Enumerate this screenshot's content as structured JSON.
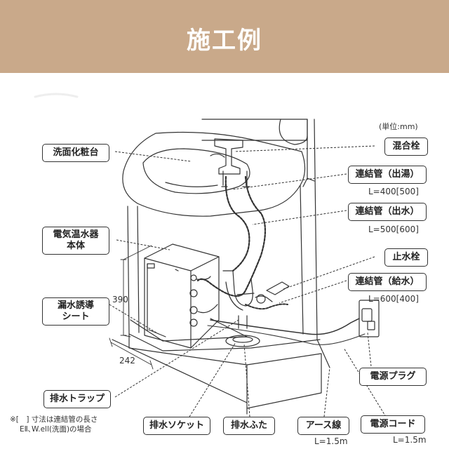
{
  "title": "施工例",
  "unit_note": "(単位:mm)",
  "labels": {
    "basin": "洗面化粧台",
    "mixer": "混合栓",
    "hot_pipe": "連結管（出湯）",
    "hot_pipe_len": "L=400[500]",
    "out_pipe": "連結管（出水）",
    "out_pipe_len": "L=500[600]",
    "heater_line1": "電気温水器",
    "heater_line2": "本体",
    "stop_valve": "止水栓",
    "supply_pipe": "連結管（給水）",
    "supply_pipe_len": "L=600[400]",
    "leak_line1": "漏水誘導",
    "leak_line2": "シート",
    "plug": "電源プラグ",
    "trap": "排水トラップ",
    "socket": "排水ソケット",
    "drain_cap": "排水ふた",
    "earth": "アース線",
    "earth_len": "L=1.5m",
    "cord": "電源コード",
    "cord_len": "L=1.5m"
  },
  "dimensions": {
    "height": "390",
    "depth": "242"
  },
  "footnote": {
    "line1": "※[　] 寸法は連結管の長さ",
    "line2": "EⅡ､W.ell(洗面)の場合"
  }
}
